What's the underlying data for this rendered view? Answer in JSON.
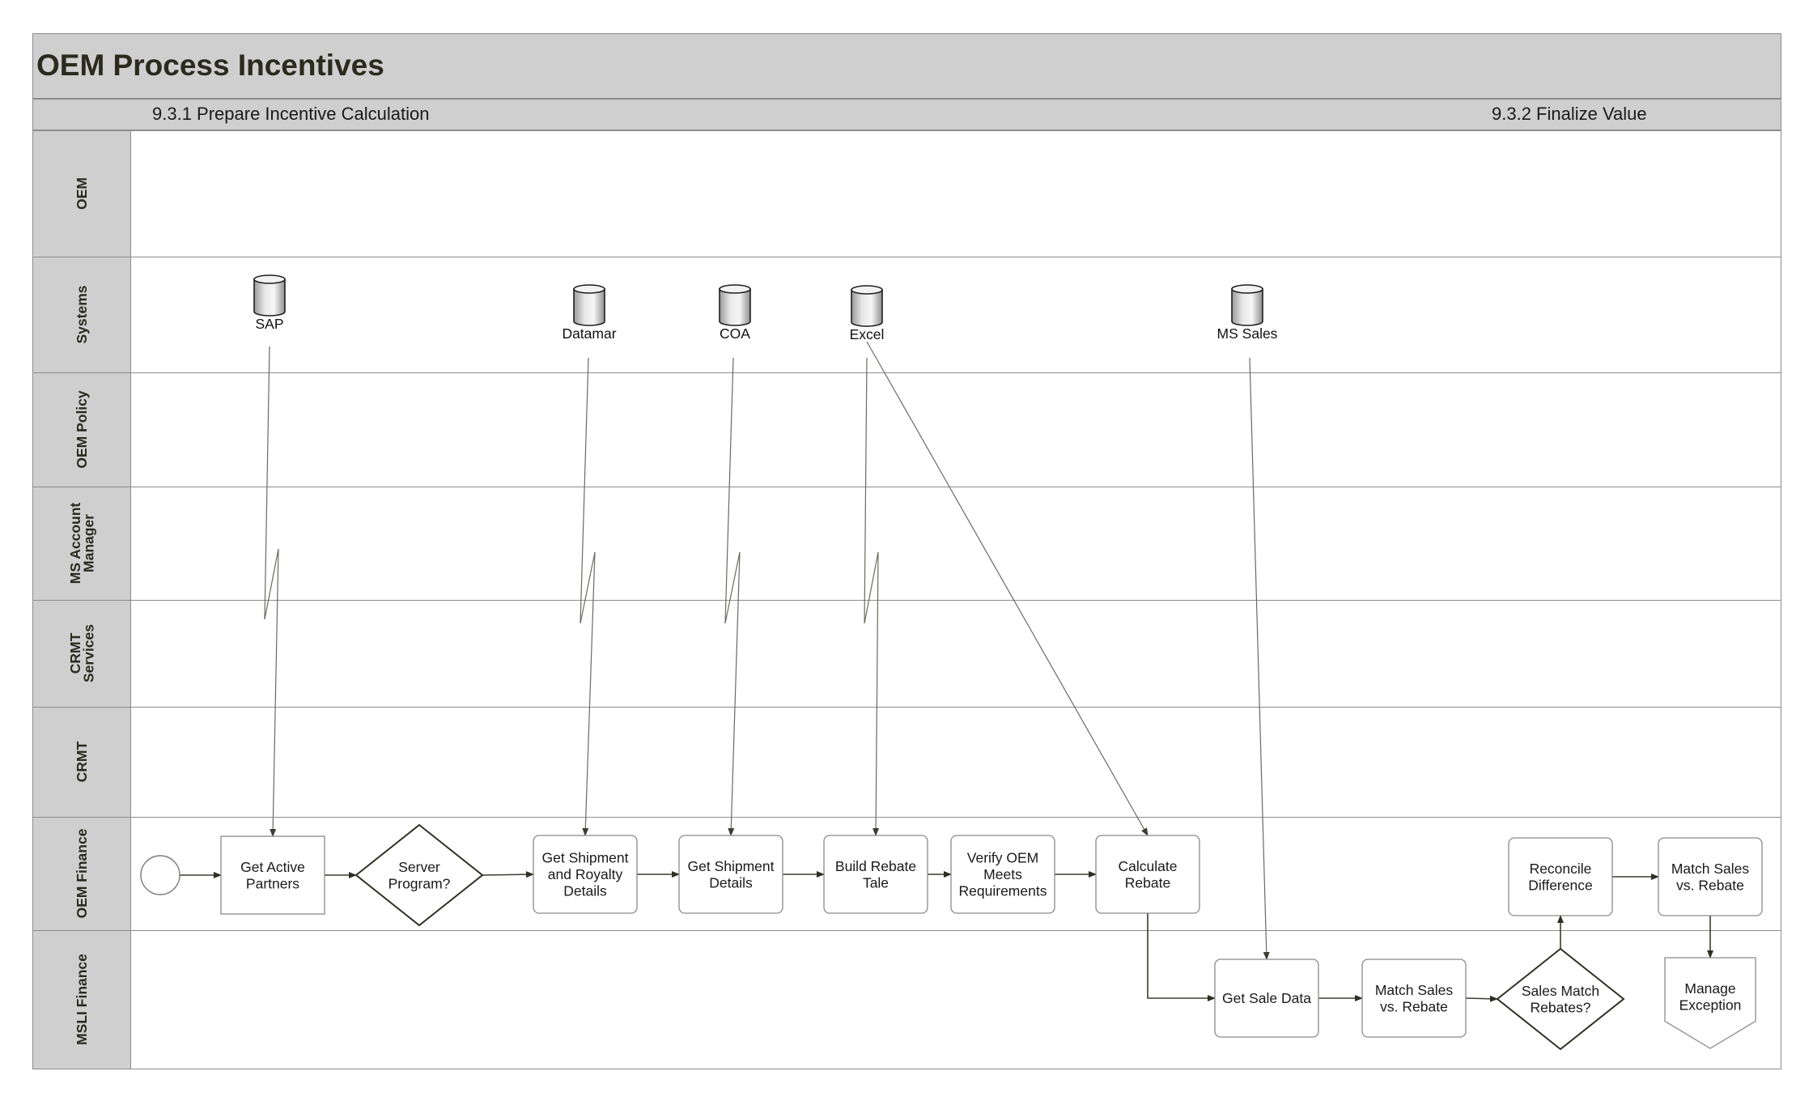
{
  "diagram": {
    "title": "OEM Process Incentives",
    "phases": [
      "9.3.1 Prepare Incentive Calculation",
      "9.3.2 Finalize Value"
    ],
    "lanes": [
      {
        "id": "oem",
        "label": [
          "OEM"
        ]
      },
      {
        "id": "systems",
        "label": [
          "Systems"
        ]
      },
      {
        "id": "policy",
        "label": [
          "OEM Policy"
        ]
      },
      {
        "id": "acctmgr",
        "label": [
          "MS Account",
          "Manager"
        ]
      },
      {
        "id": "crmtsvc",
        "label": [
          "CRMT",
          "Services"
        ]
      },
      {
        "id": "crmt",
        "label": [
          "CRMT"
        ]
      },
      {
        "id": "finance",
        "label": [
          "OEM Finance"
        ]
      },
      {
        "id": "msli",
        "label": [
          "MSLI Finance"
        ]
      }
    ],
    "systems": [
      {
        "id": "sap",
        "label": "SAP"
      },
      {
        "id": "datamar",
        "label": "Datamar"
      },
      {
        "id": "coa",
        "label": "COA"
      },
      {
        "id": "excel",
        "label": "Excel"
      },
      {
        "id": "mssales",
        "label": "MS Sales"
      }
    ],
    "nodes": [
      {
        "id": "start",
        "type": "start",
        "lines": []
      },
      {
        "id": "active",
        "type": "task",
        "lines": [
          "Get Active",
          "Partners"
        ]
      },
      {
        "id": "server",
        "type": "gateway",
        "lines": [
          "Server",
          "Program?"
        ]
      },
      {
        "id": "royalty",
        "type": "task",
        "lines": [
          "Get Shipment",
          "and Royalty",
          "Details"
        ]
      },
      {
        "id": "shipment",
        "type": "task",
        "lines": [
          "Get Shipment",
          "Details"
        ]
      },
      {
        "id": "rebate",
        "type": "task",
        "lines": [
          "Build Rebate",
          "Tale"
        ]
      },
      {
        "id": "verify",
        "type": "task",
        "lines": [
          "Verify OEM",
          "Meets",
          "Requirements"
        ]
      },
      {
        "id": "calc",
        "type": "task",
        "lines": [
          "Calculate",
          "Rebate"
        ]
      },
      {
        "id": "reconcile",
        "type": "task",
        "lines": [
          "Reconcile",
          "Difference"
        ]
      },
      {
        "id": "match1",
        "type": "task",
        "lines": [
          "Match Sales",
          "vs. Rebate"
        ]
      },
      {
        "id": "saledata",
        "type": "task",
        "lines": [
          "Get Sale Data"
        ]
      },
      {
        "id": "match2",
        "type": "task",
        "lines": [
          "Match Sales",
          "vs. Rebate"
        ]
      },
      {
        "id": "salesmatch",
        "type": "gateway",
        "lines": [
          "Sales Match",
          "Rebates?"
        ]
      },
      {
        "id": "exception",
        "type": "offpage",
        "lines": [
          "Manage",
          "Exception"
        ]
      }
    ],
    "flows": [
      {
        "from": "start",
        "to": "active"
      },
      {
        "from": "active",
        "to": "server"
      },
      {
        "from": "server",
        "to": "royalty"
      },
      {
        "from": "royalty",
        "to": "shipment"
      },
      {
        "from": "shipment",
        "to": "rebate"
      },
      {
        "from": "rebate",
        "to": "verify"
      },
      {
        "from": "verify",
        "to": "calc"
      },
      {
        "from": "calc",
        "to": "saledata"
      },
      {
        "from": "saledata",
        "to": "match2"
      },
      {
        "from": "match2",
        "to": "salesmatch"
      },
      {
        "from": "salesmatch",
        "to": "reconcile"
      },
      {
        "from": "reconcile",
        "to": "match1"
      },
      {
        "from": "match1",
        "to": "exception"
      }
    ],
    "associations": [
      {
        "from": "sap",
        "to": "active"
      },
      {
        "from": "datamar",
        "to": "royalty"
      },
      {
        "from": "coa",
        "to": "shipment"
      },
      {
        "from": "excel",
        "to": "rebate"
      },
      {
        "from": "excel",
        "to": "calc"
      },
      {
        "from": "mssales",
        "to": "saledata"
      }
    ]
  }
}
